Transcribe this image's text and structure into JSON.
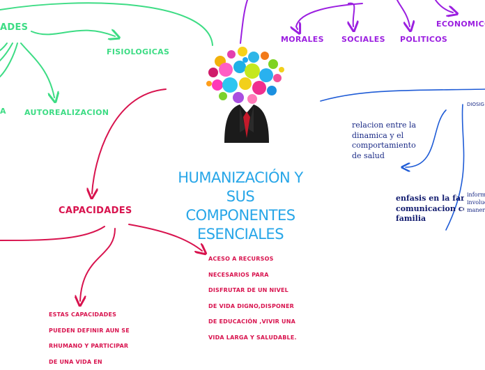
{
  "title": [
    "HUMANIZACIÓN Y SUS",
    "COMPONENTES",
    "ESENCIALES"
  ],
  "green_branch": {
    "top_label": "ADES",
    "fisiologicas": "FISIOLOGICAS",
    "autorealizacion": "AUTOREALIZACION",
    "left_fragment": "A"
  },
  "purple_branch": {
    "morales": "MORALES",
    "sociales": "SOCIALES",
    "politicos": "POLITICOS",
    "economico": "ECONOMICO"
  },
  "capacidades": {
    "label": "CAPACIDADES",
    "left_note": [
      "ESTAS CAPACIDADES",
      "PUEDEN DEFINIR AUN SE",
      "RHUMANO Y PARTICIPAR",
      "DE UNA VIDA EN"
    ],
    "right_note": [
      "ACESO A RECURSOS",
      "NECESARIOS  PARA",
      "DISFRUTAR DE UN NIVEL",
      "DE VIDA DIGNO,DISPONER",
      "DE EDUCACIÓN ,VIVIR  UNA",
      "VIDA LARGA Y SALUDABLE."
    ]
  },
  "blue_branch": {
    "diosig": "DIOSIG",
    "relacion": [
      "relacion entre la",
      "dinamica y el",
      "comportamiento",
      "de salud"
    ],
    "enfasis": [
      "enfasis en la famil",
      "comunicacion cor",
      "familia"
    ],
    "inform": [
      "inform",
      "involuc",
      "maner"
    ]
  },
  "colors": {
    "green": "#3ddc84",
    "purple": "#9b1fe0",
    "crimson": "#d8134e",
    "title_blue": "#27a6e8",
    "navy": "#1a2a86"
  }
}
